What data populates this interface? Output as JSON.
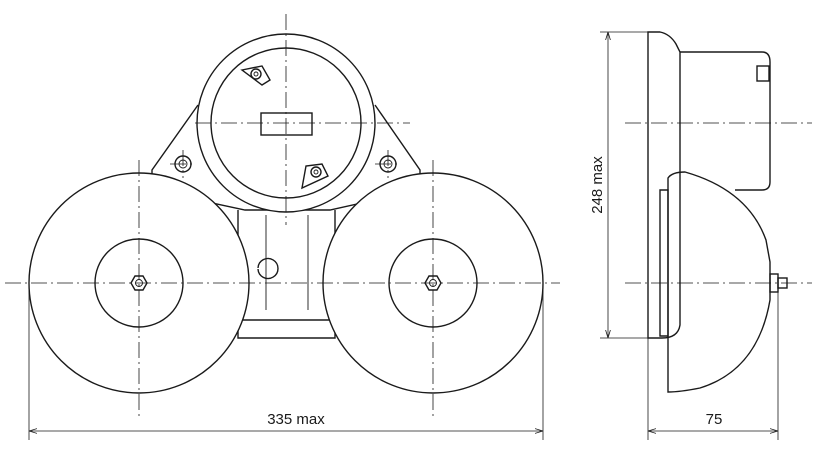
{
  "dimensions": {
    "width_label": "335 max",
    "height_label": "248 max",
    "depth_label": "75"
  }
}
